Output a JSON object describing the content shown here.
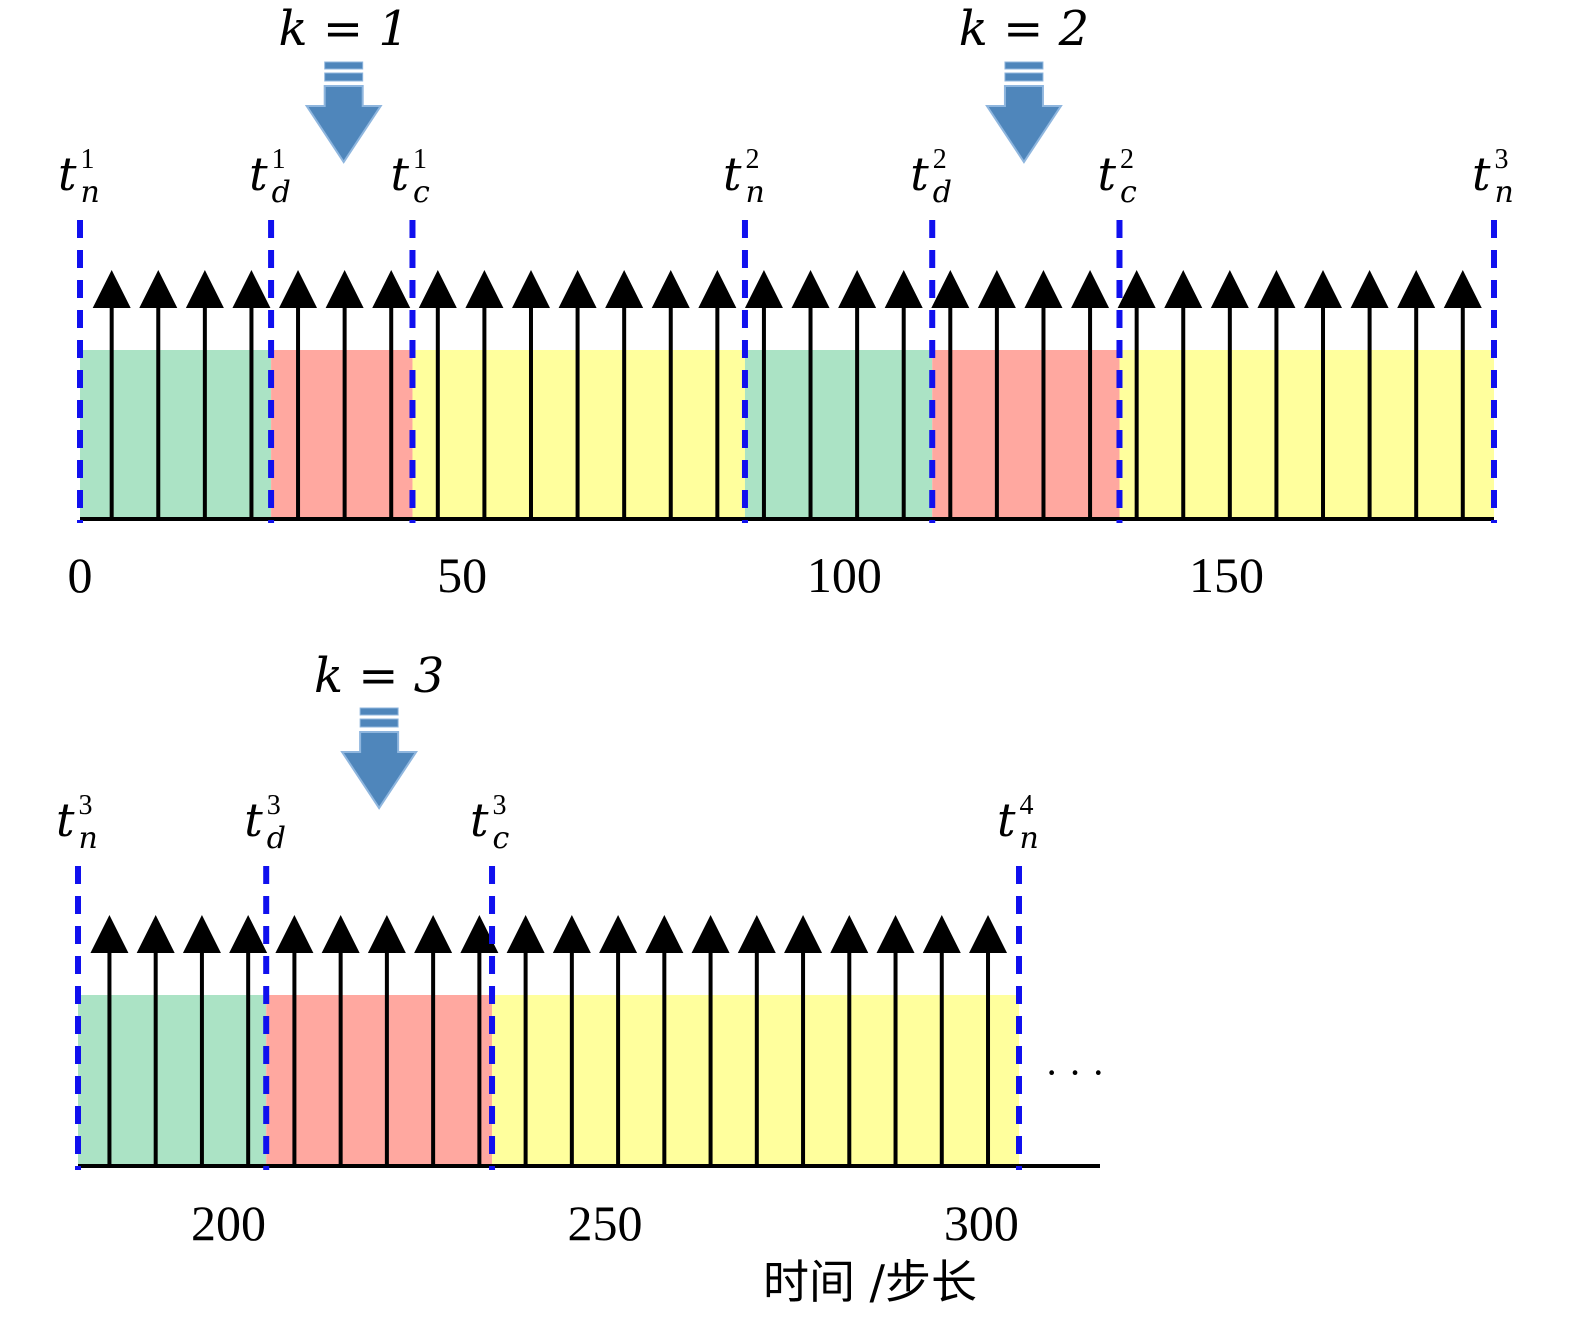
{
  "colors": {
    "green": "#abe3c5",
    "red": "#ffa8a0",
    "yellow": "#ffff9d",
    "divider": "#1010ee",
    "pulse": "#000000",
    "arrow": "#4f86bb",
    "arrow_stroke": "#8fb6de"
  },
  "axis": {
    "label": "时间 /步长",
    "ticks": [
      {
        "value": 0,
        "label": "0"
      },
      {
        "value": 50,
        "label": "50"
      },
      {
        "value": 100,
        "label": "100"
      },
      {
        "value": 150,
        "label": "150"
      },
      {
        "value": 200,
        "label": "200"
      },
      {
        "value": 250,
        "label": "250"
      },
      {
        "value": 300,
        "label": "300"
      }
    ]
  },
  "rows": [
    {
      "range": [
        0,
        185
      ],
      "continues": false,
      "segments": [
        {
          "start": 0,
          "end": 25,
          "phase": "green"
        },
        {
          "start": 25,
          "end": 43.5,
          "phase": "red"
        },
        {
          "start": 43.5,
          "end": 87,
          "phase": "yellow"
        },
        {
          "start": 87,
          "end": 111.5,
          "phase": "green"
        },
        {
          "start": 111.5,
          "end": 136,
          "phase": "red"
        },
        {
          "start": 136,
          "end": 185,
          "phase": "yellow"
        }
      ],
      "markers": [
        {
          "t": 0,
          "sub": "n",
          "sup": "1"
        },
        {
          "t": 25,
          "sub": "d",
          "sup": "1"
        },
        {
          "t": 43.5,
          "sub": "c",
          "sup": "1"
        },
        {
          "t": 87,
          "sub": "n",
          "sup": "2"
        },
        {
          "t": 111.5,
          "sub": "d",
          "sup": "2"
        },
        {
          "t": 136,
          "sub": "c",
          "sup": "2"
        },
        {
          "t": 185,
          "sub": "n",
          "sup": "3"
        }
      ],
      "k_labels": [
        {
          "t": 34.5,
          "text": "k = 1"
        },
        {
          "t": 123.5,
          "text": "k = 2"
        }
      ],
      "pulses": 30
    },
    {
      "range": [
        180,
        305
      ],
      "continues": true,
      "ellipsis": "· · ·",
      "segments": [
        {
          "start": 180,
          "end": 205,
          "phase": "green"
        },
        {
          "start": 205,
          "end": 235,
          "phase": "red"
        },
        {
          "start": 235,
          "end": 305,
          "phase": "yellow"
        }
      ],
      "markers": [
        {
          "t": 180,
          "sub": "n",
          "sup": "3"
        },
        {
          "t": 205,
          "sub": "d",
          "sup": "3"
        },
        {
          "t": 235,
          "sub": "c",
          "sup": "3"
        },
        {
          "t": 305,
          "sub": "n",
          "sup": "4"
        }
      ],
      "k_labels": [
        {
          "t": 220,
          "text": "k = 3"
        }
      ],
      "pulses": 20
    }
  ],
  "t_symbol": "t"
}
